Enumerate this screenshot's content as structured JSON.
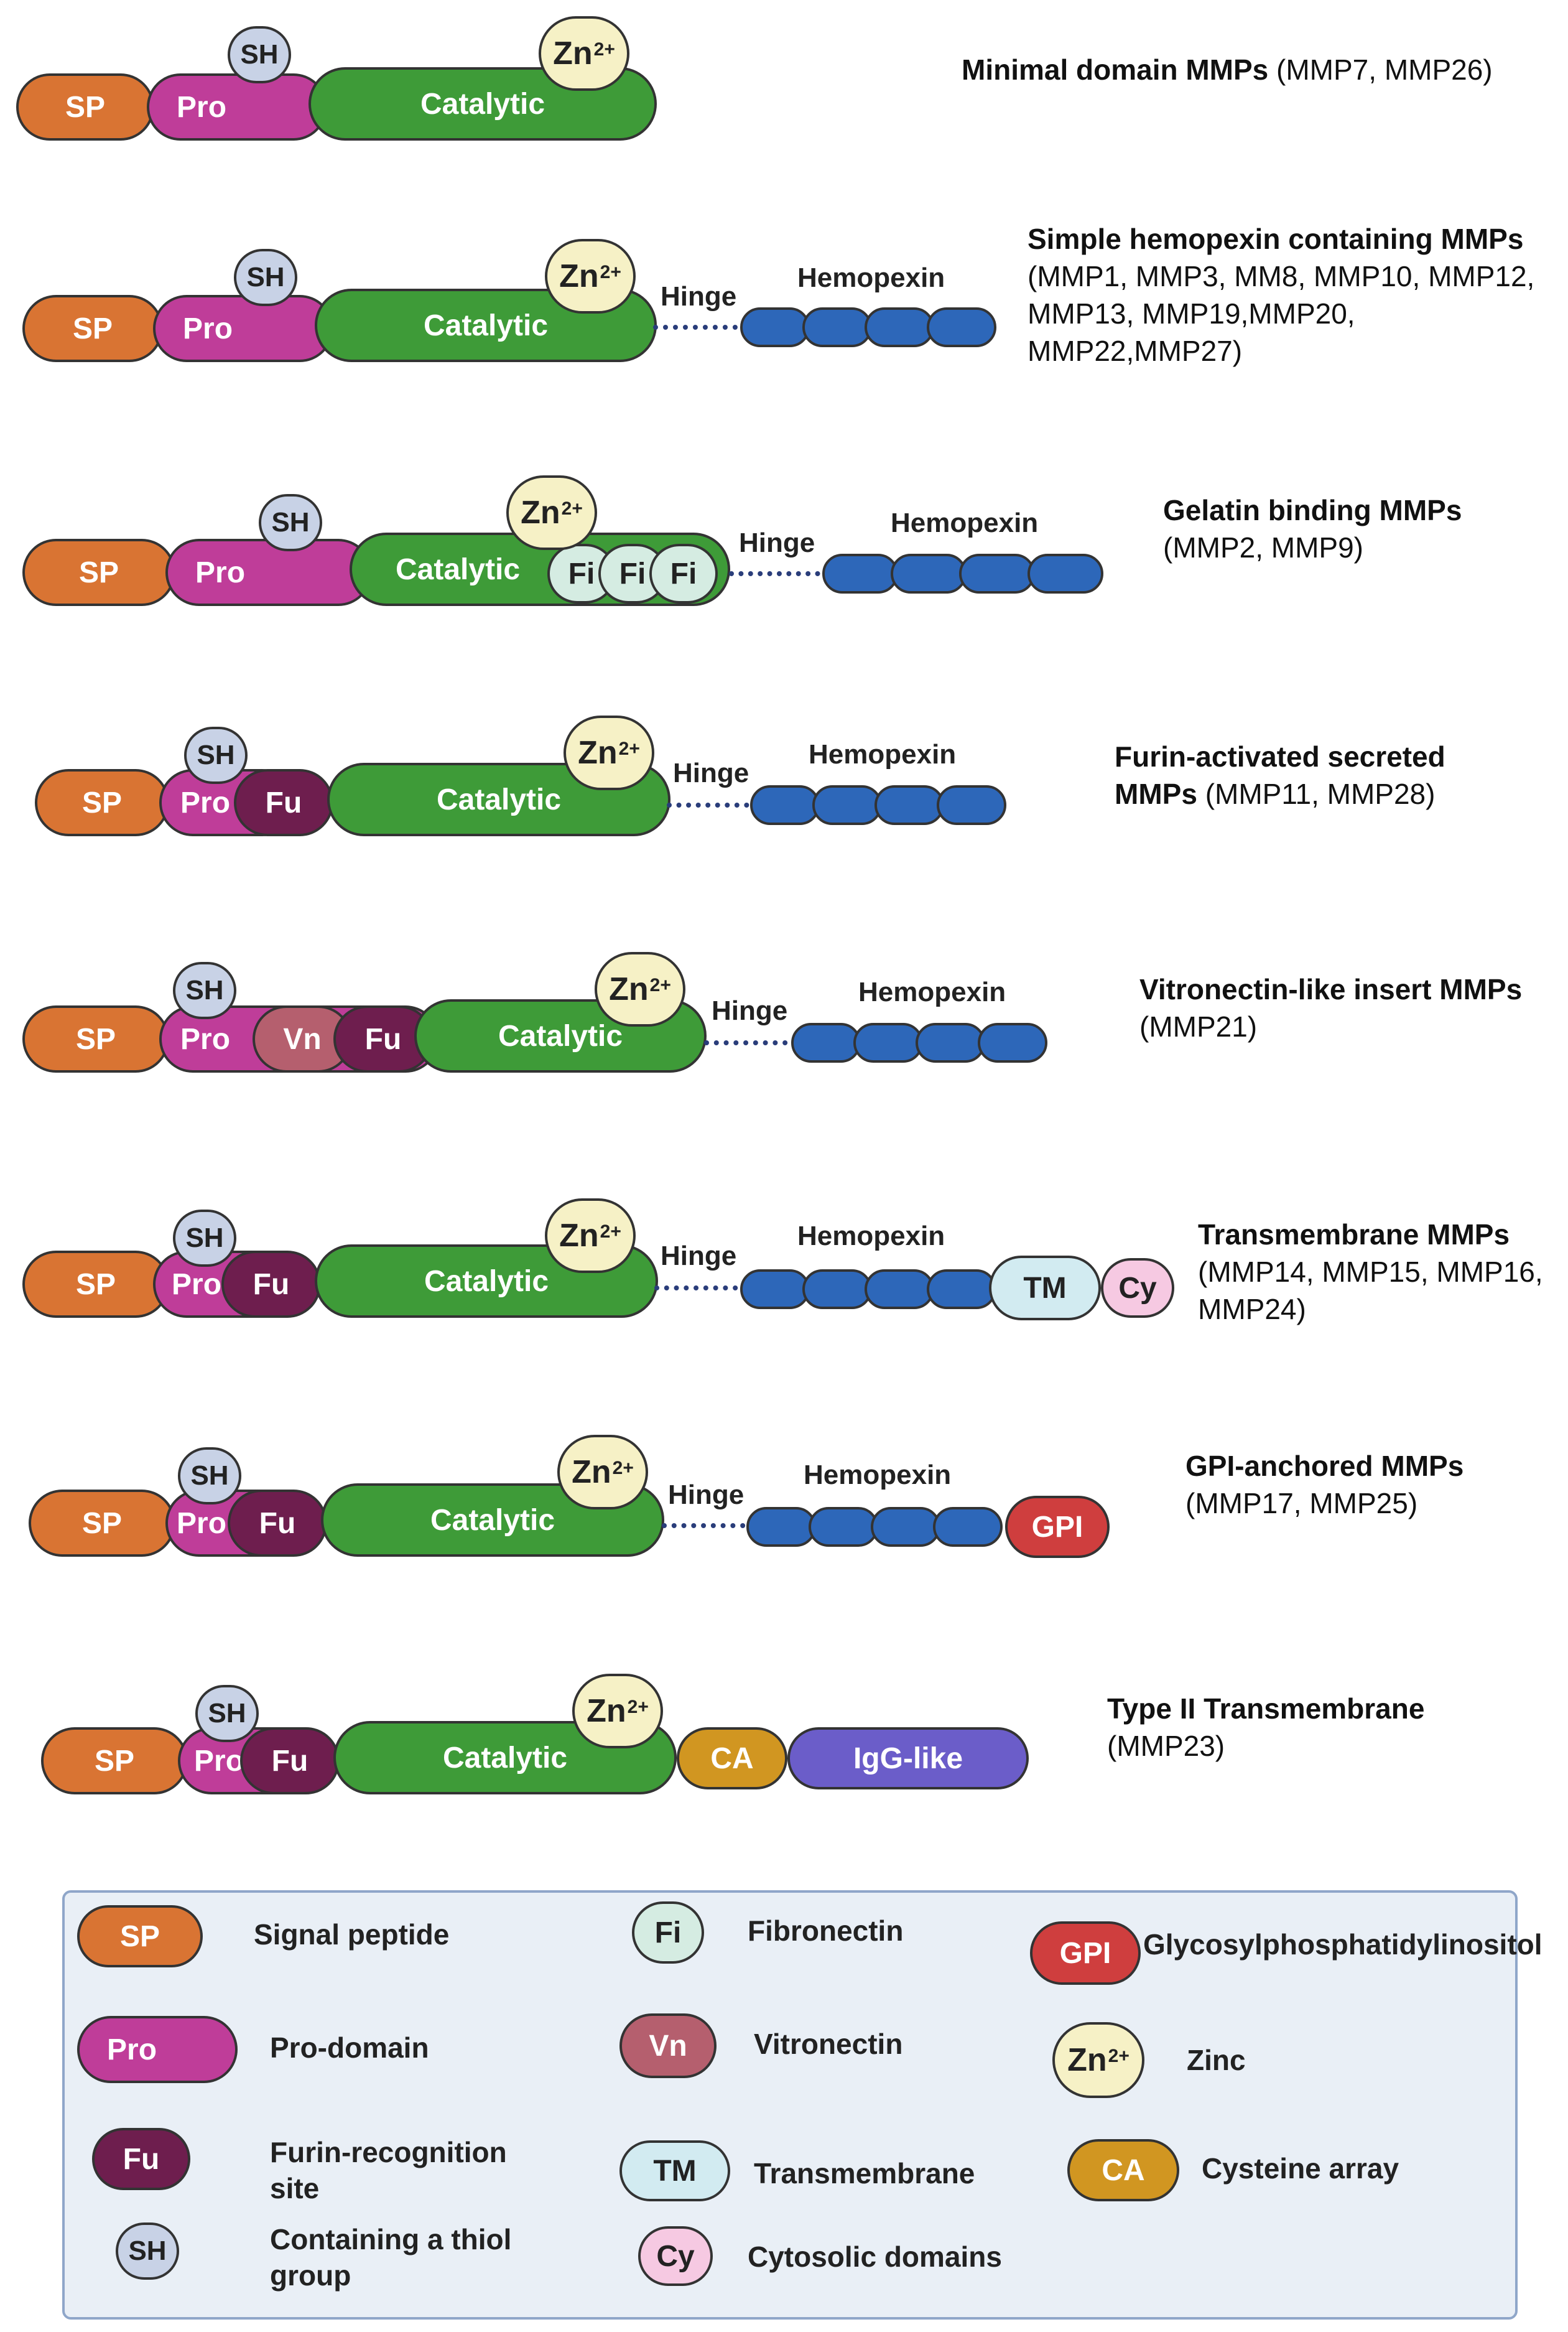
{
  "rows": [
    {
      "title_bold": "Minimal domain MMPs",
      "title_rest": "(MMP7, MMP26)"
    },
    {
      "title_bold": "Simple hemopexin containing MMPs",
      "title_rest": "(MMP1, MMP3, MM8, MMP10, MMP12, MMP13, MMP19,MMP20, MMP22,MMP27)"
    },
    {
      "title_bold": "Gelatin binding MMPs",
      "title_rest": "(MMP2, MMP9)"
    },
    {
      "title_bold": "Furin-activated secreted MMPs",
      "title_rest": "(MMP11, MMP28)"
    },
    {
      "title_bold": "Vitronectin-like insert MMPs",
      "title_rest": "(MMP21)"
    },
    {
      "title_bold": "Transmembrane MMPs",
      "title_rest": "(MMP14, MMP15, MMP16, MMP24)"
    },
    {
      "title_bold": "GPI-anchored MMPs",
      "title_rest": "(MMP17, MMP25)"
    },
    {
      "title_bold": "Type II Transmembrane",
      "title_rest": "(MMP23)"
    }
  ],
  "labels": {
    "sp": "SP",
    "pro": "Pro",
    "catalytic": "Catalytic",
    "sh": "SH",
    "zn": "Zn",
    "zn_charge": "2+",
    "fi": "Fi",
    "fu": "Fu",
    "vn": "Vn",
    "tm": "TM",
    "cy": "Cy",
    "gpi": "GPI",
    "ca": "CA",
    "igg": "IgG-like",
    "hinge": "Hinge",
    "hemopexin": "Hemopexin"
  },
  "legend": {
    "sp": "Signal peptide",
    "pro": "Pro-domain",
    "fu": "Furin-recognition site",
    "sh": "Containing a thiol group",
    "fi": "Fibronectin",
    "vn": "Vitronectin",
    "tm": "Transmembrane",
    "cy": "Cytosolic domains",
    "gpi": "Glycosylphosphatidylinositol",
    "zn": "Zinc",
    "ca": "Cysteine array"
  },
  "colors": {
    "sp": "#d97433",
    "pro": "#bf3d99",
    "catalytic": "#3e9b38",
    "fu": "#6e1e4e",
    "vn": "#b55f6e",
    "fi": "#d5ece2",
    "sh": "#c8d2e6",
    "zn": "#f6f1c6",
    "hemopexin": "#2d67b9",
    "tm": "#d2ebf1",
    "cy": "#f6c9e2",
    "gpi": "#cf3e3e",
    "ca": "#d19621",
    "igg": "#6b5dc9"
  }
}
